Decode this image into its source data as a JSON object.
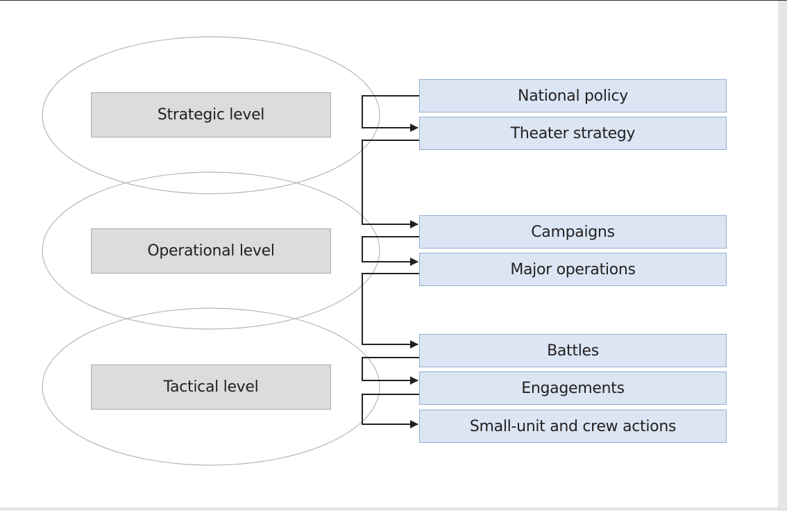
{
  "levels": [
    {
      "label": "Strategic level"
    },
    {
      "label": "Operational level"
    },
    {
      "label": "Tactical level"
    }
  ],
  "items": [
    {
      "label": "National policy"
    },
    {
      "label": "Theater strategy"
    },
    {
      "label": "Campaigns"
    },
    {
      "label": "Major operations"
    },
    {
      "label": "Battles"
    },
    {
      "label": "Engagements"
    },
    {
      "label": "Small-unit and crew actions"
    }
  ],
  "colors": {
    "level_fill": "#dcdcdc",
    "level_border": "#a8a8a8",
    "item_fill": "#dbe5f3",
    "item_border": "#94aed0",
    "ellipse_stroke": "#b5b5b5",
    "connector": "#231f20"
  }
}
